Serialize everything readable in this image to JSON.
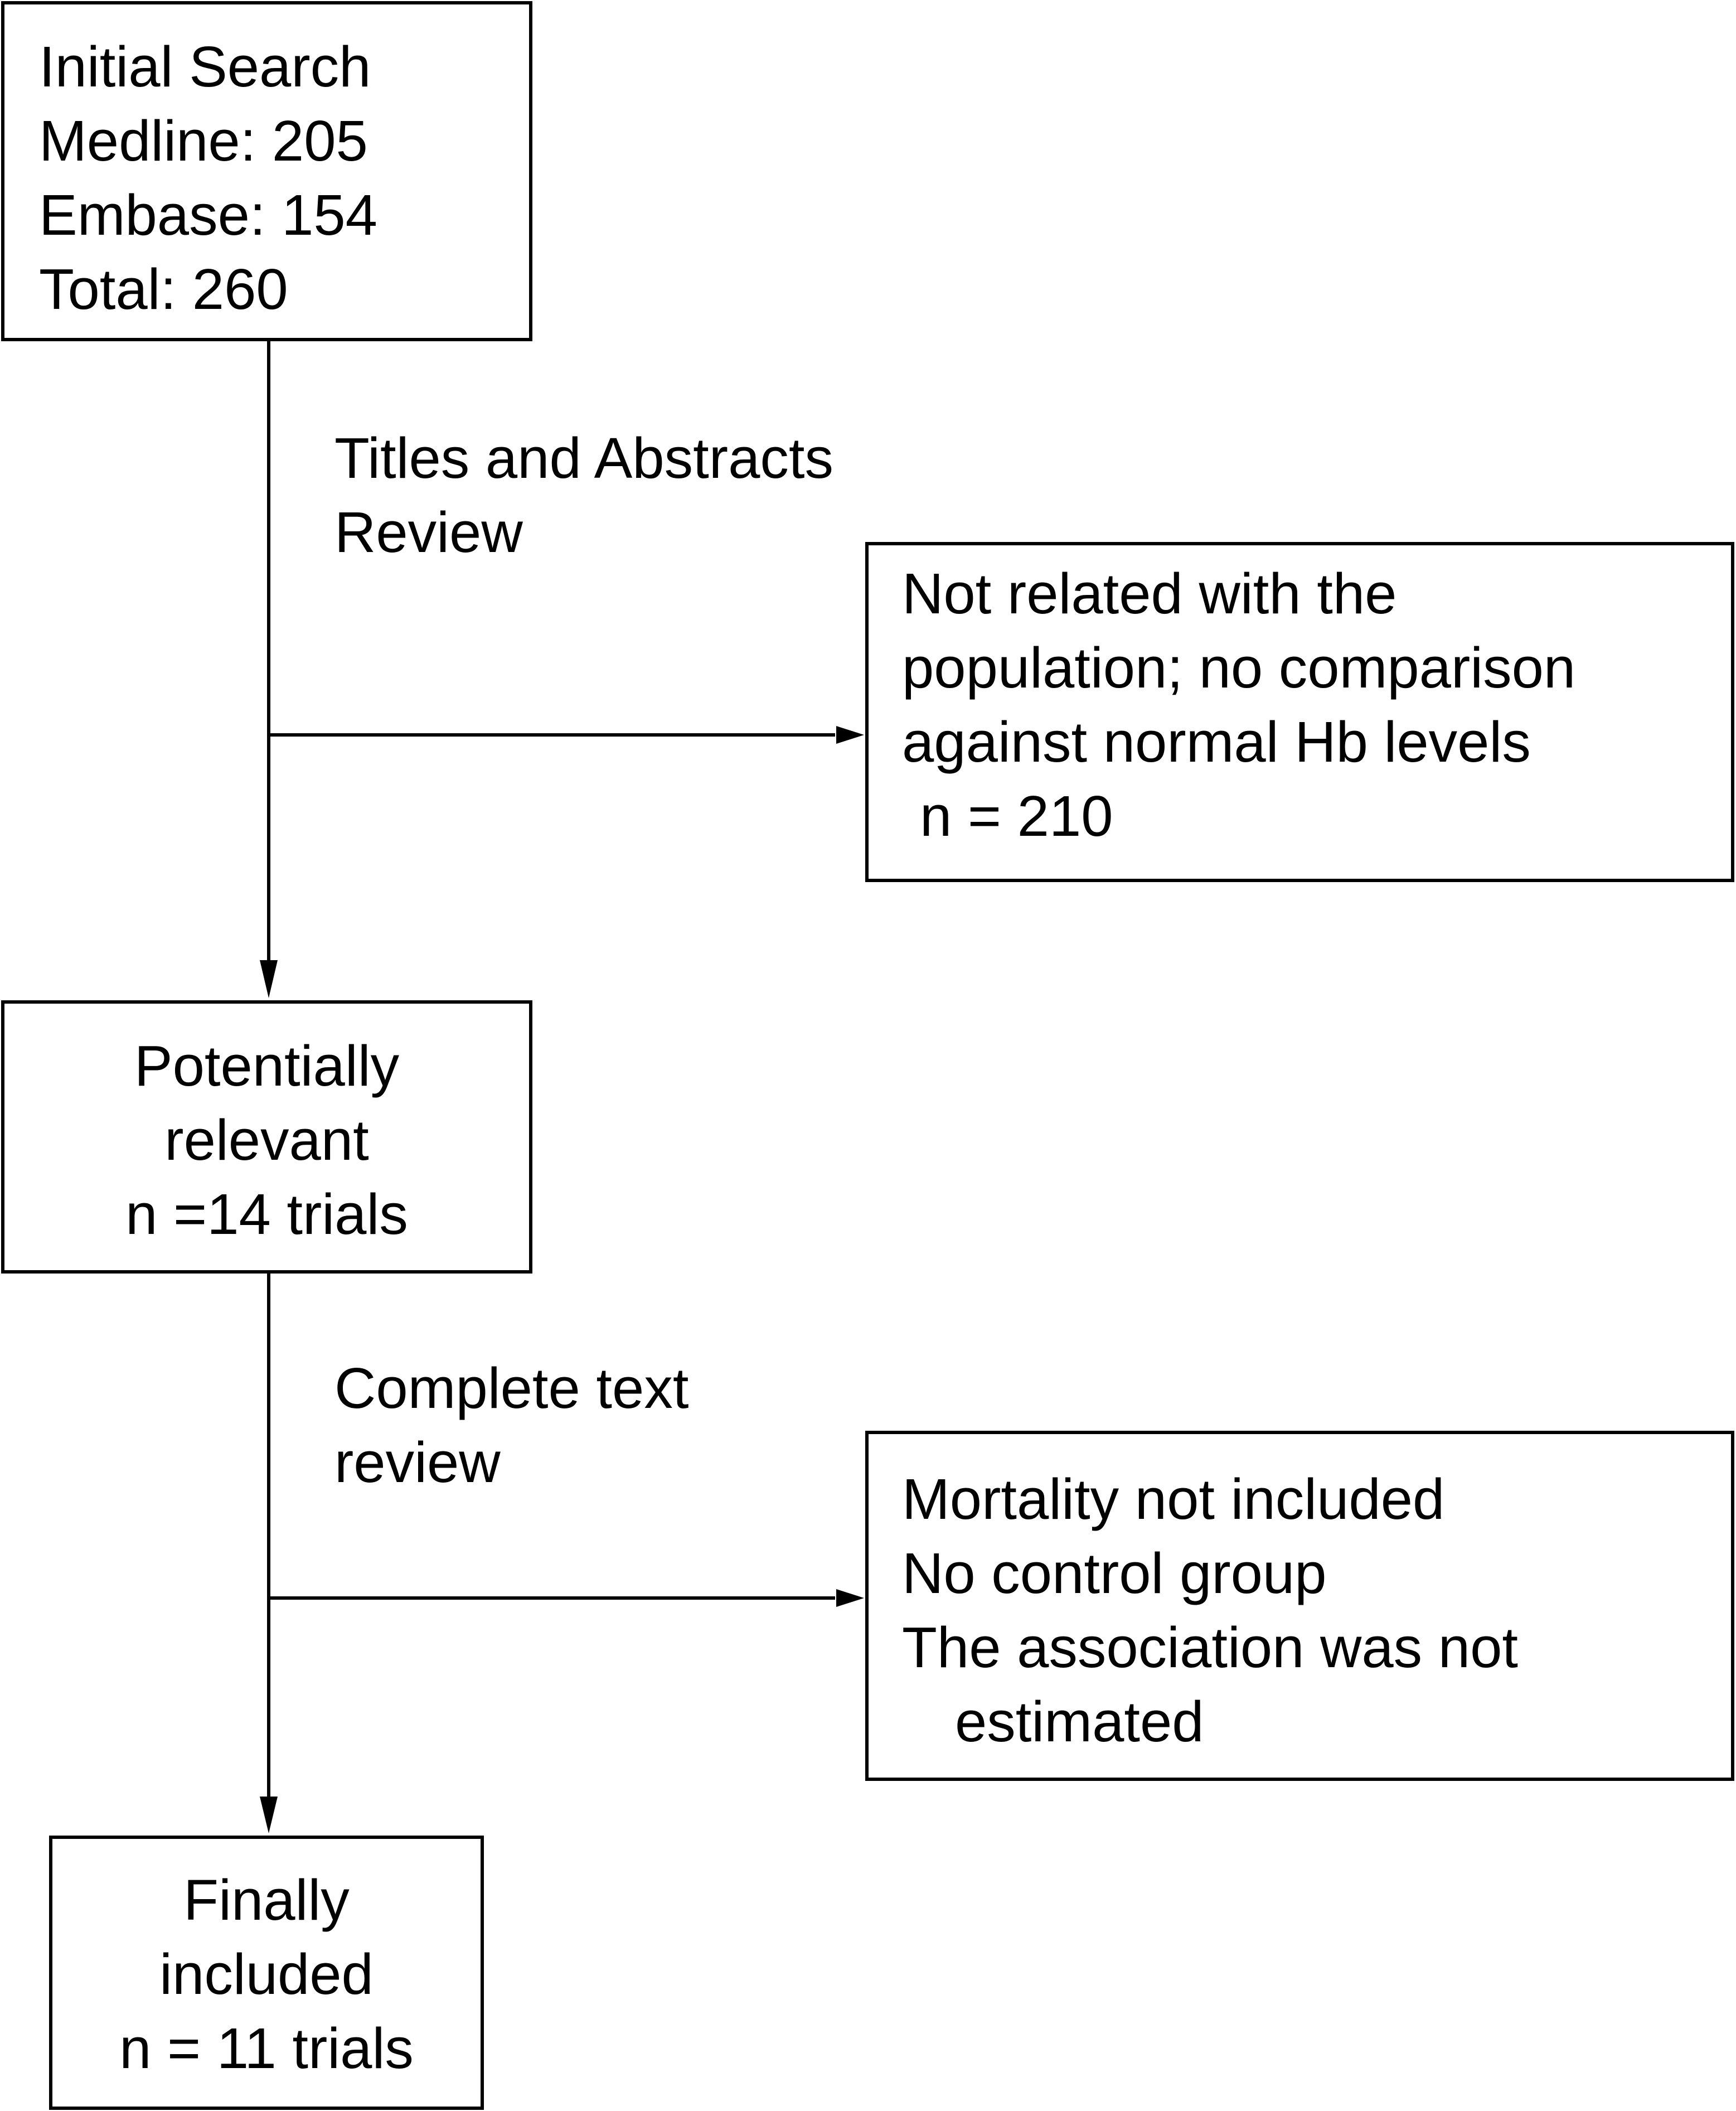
{
  "nodes": {
    "initial_search": {
      "lines": [
        "Initial Search",
        "Medline: 205",
        "Embase: 154",
        "Total: 260"
      ]
    },
    "exclusion_1": {
      "lines": [
        "Not related with the",
        "population; no comparison",
        "against normal Hb levels",
        "n = 210"
      ]
    },
    "potentially_relevant": {
      "lines": [
        "Potentially",
        "relevant",
        "n =14 trials"
      ]
    },
    "exclusion_2": {
      "lines": [
        "Mortality not included",
        "No control group",
        "The association was not",
        "estimated"
      ]
    },
    "finally_included": {
      "lines": [
        "Finally",
        "included",
        "n = 11 trials"
      ]
    }
  },
  "edge_labels": {
    "step_1": [
      "Titles and Abstracts",
      "Review"
    ],
    "step_2": [
      "Complete text",
      "review"
    ]
  },
  "colors": {
    "stroke": "#000000",
    "background": "#ffffff"
  }
}
